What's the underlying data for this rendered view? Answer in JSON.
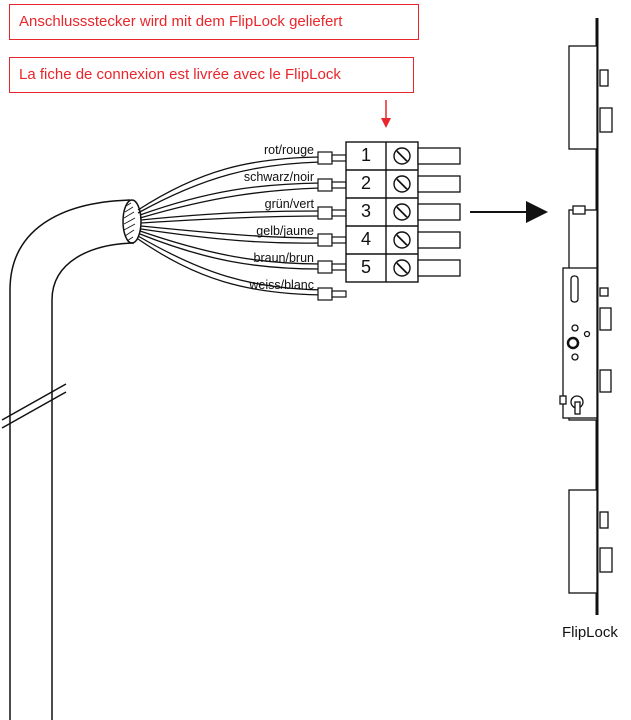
{
  "callouts": {
    "german": "Anschlussstecker wird mit dem FlipLock geliefert",
    "french": "La fiche de connexion est livrée avec le FlipLock"
  },
  "wires": [
    {
      "label": "rot/rouge",
      "terminal": "1"
    },
    {
      "label": "schwarz/noir",
      "terminal": "2"
    },
    {
      "label": "grün/vert",
      "terminal": "3"
    },
    {
      "label": "gelb/jaune",
      "terminal": "4"
    },
    {
      "label": "braun/brun",
      "terminal": "5"
    },
    {
      "label": "weiss/blanc",
      "terminal": ""
    }
  ],
  "lock": {
    "caption": "FlipLock"
  },
  "colors": {
    "callout": "#e8262b",
    "line": "#111111"
  }
}
